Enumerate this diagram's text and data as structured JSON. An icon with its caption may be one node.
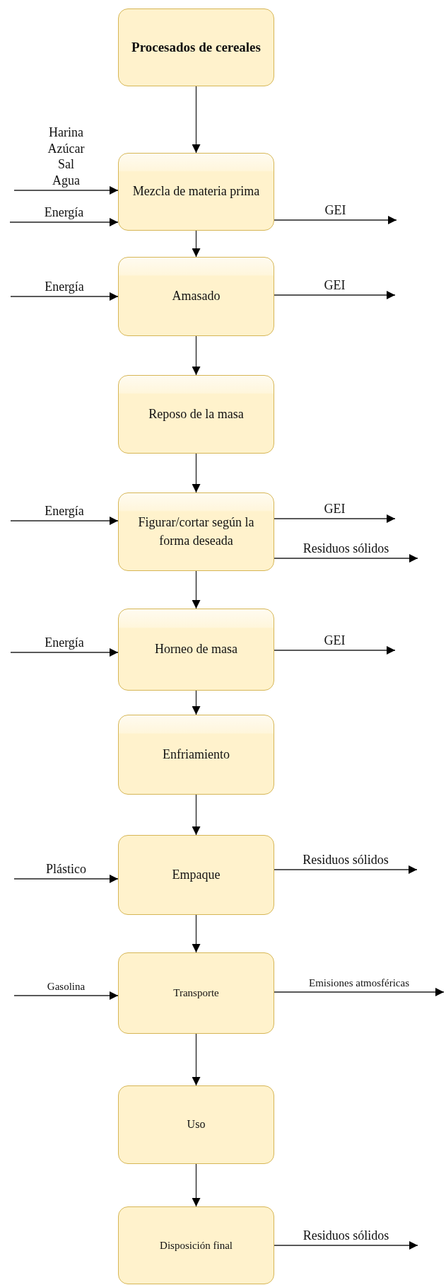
{
  "diagram": {
    "nodes": [
      {
        "text": [
          "Procesados de cereales"
        ]
      },
      {
        "text": [
          "Mezcla de materia prima"
        ]
      },
      {
        "text": [
          "Amasado"
        ]
      },
      {
        "text": [
          "Reposo de la masa"
        ]
      },
      {
        "text": [
          "Figurar/cortar según la forma deseada"
        ]
      },
      {
        "text": [
          "Horneo de masa"
        ]
      },
      {
        "text": [
          "Enfriamiento"
        ]
      },
      {
        "text": [
          "Empaque"
        ]
      },
      {
        "text": [
          "Transporte"
        ]
      },
      {
        "text": [
          "Uso"
        ]
      },
      {
        "text": [
          "Disposición final"
        ]
      }
    ],
    "edges": [
      {
        "from": 0,
        "to": 1,
        "arrow": "to"
      },
      {
        "from": null,
        "to": 1,
        "arrow": "to",
        "label": "Harina Azúcar Sal Agua"
      },
      {
        "from": null,
        "to": 1,
        "arrow": "to",
        "label": "Energía"
      },
      {
        "from": 1,
        "to": null,
        "arrow": "to",
        "label": "GEI"
      },
      {
        "from": 1,
        "to": 2,
        "arrow": "to"
      },
      {
        "from": null,
        "to": 2,
        "arrow": "to",
        "label": "Energía"
      },
      {
        "from": 2,
        "to": null,
        "arrow": "to",
        "label": "GEI"
      },
      {
        "from": 2,
        "to": 3,
        "arrow": "to"
      },
      {
        "from": 3,
        "to": 4,
        "arrow": "to"
      },
      {
        "from": null,
        "to": 4,
        "arrow": "to",
        "label": "Energía"
      },
      {
        "from": 4,
        "to": null,
        "arrow": "to",
        "label": "GEI"
      },
      {
        "from": 4,
        "to": null,
        "arrow": "to",
        "label": "Residuos sólidos"
      },
      {
        "from": 4,
        "to": 5,
        "arrow": "to"
      },
      {
        "from": null,
        "to": 5,
        "arrow": "to",
        "label": "Energía"
      },
      {
        "from": 5,
        "to": null,
        "arrow": "to",
        "label": "GEI"
      },
      {
        "from": 5,
        "to": 6,
        "arrow": "to"
      },
      {
        "from": 6,
        "to": 7,
        "arrow": "to"
      },
      {
        "from": null,
        "to": 7,
        "arrow": "to",
        "label": "Plástico"
      },
      {
        "from": 7,
        "to": null,
        "arrow": "to",
        "label": "Residuos sólidos"
      },
      {
        "from": 7,
        "to": 8,
        "arrow": "to"
      },
      {
        "from": null,
        "to": 8,
        "arrow": "to",
        "label": "Gasolina"
      },
      {
        "from": 8,
        "to": null,
        "arrow": "to",
        "label": "Emisiones atmosféricas"
      },
      {
        "from": 8,
        "to": 9,
        "arrow": "to"
      },
      {
        "from": 9,
        "to": 10,
        "arrow": "to"
      },
      {
        "from": 10,
        "to": null,
        "arrow": "to",
        "label": "Residuos sólidos"
      }
    ]
  }
}
